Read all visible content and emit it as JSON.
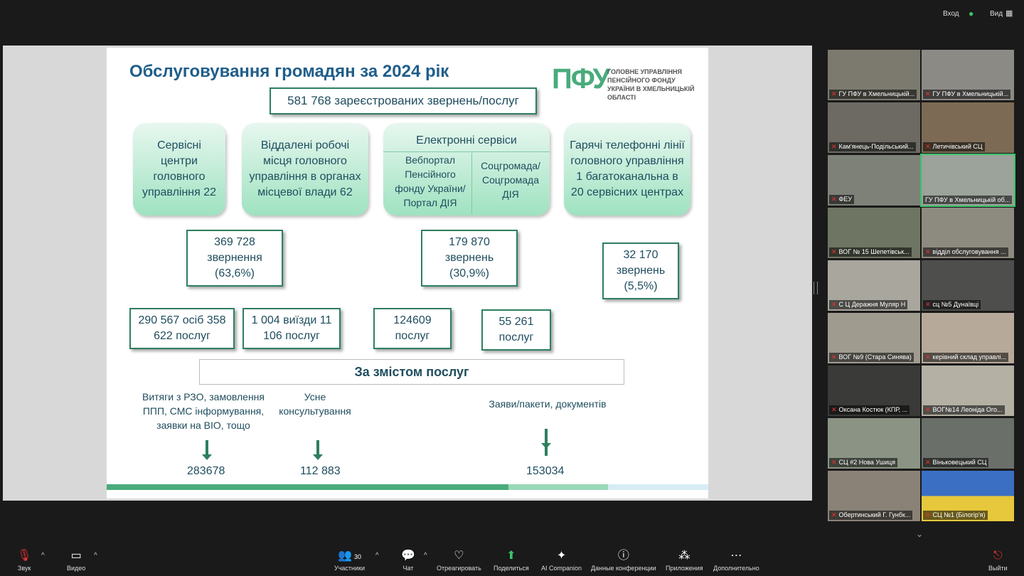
{
  "topbar": {
    "signin": "Вход",
    "view": "Вид"
  },
  "slide": {
    "title": "Обслуговування громадян за 2024 рік",
    "logo_mark": "ПФУ",
    "logo_text": "ГОЛОВНЕ УПРАВЛІННЯ ПЕНСІЙНОГО ФОНДУ УКРАЇНИ В ХМЕЛЬНИЦЬКІЙ ОБЛАСТІ",
    "total": "581 768 зареєстрованих звернень/послуг",
    "pill1": "Сервісні центри головного управління 22",
    "pill2": "Віддалені робочі місця головного управління в органах місцевої влади 62",
    "pill3_title": "Електронні сервіси",
    "pill3_left": "Вебпортал Пенсійного фонду України/ Портал ДІЯ",
    "pill3_right": "Соцгромада/ Соцгромада ДІЯ",
    "pill4": "Гарячі телефонні лінії головного управління 1 багатоканальна в 20 сервісних центрах",
    "stat1": "369 728 звернення (63,6%)",
    "stat2": "179 870 звернень (30,9%)",
    "stat3": "32 170 звернень (5,5%)",
    "sub1": "290 567 осіб 358 622 послуг",
    "sub2": "1 004 виїзди 11 106 послуг",
    "sub3": "124609 послуг",
    "sub4": "55 261 послуг",
    "content_header": "За змістом послуг",
    "cat1": "Витяги з РЗО, замовлення ППП, СМС інформування, заявки на ВІО, тощо",
    "cat2": "Усне консультування",
    "cat3": "Заяви/пакети, документів",
    "val1": "283678",
    "val2": "112 883",
    "val3": "153034"
  },
  "participants": [
    "ГУ ПФУ в Хмельницькій...",
    "ГУ ПФУ в Хмельницькій...",
    "Кам'янець-Подільський...",
    "Летичівський СЦ",
    "ФЕУ",
    "ГУ ПФУ в Хмельницькій об...",
    "ВОГ № 15 Шепетівськ...",
    "відділ обслуговування ...",
    "С Ц Деражня Муляр Н",
    "сц №5 Дунаївці",
    "ВОГ №9 (Стара Синява)",
    "керівний склад управлі...",
    "Оксана Костюк (КПР, ...",
    "ВОГ№14 Леоніда Ого...",
    "СЦ #2 Нова Ушиця",
    "Віньковецький СЦ",
    "Обертинський Г. Гунбк...",
    "СЦ №1 (Білогір'я)"
  ],
  "toolbar": {
    "audio": "Звук",
    "video": "Видео",
    "participants": "Участники",
    "participants_count": "30",
    "chat": "Чат",
    "react": "Отреагировать",
    "share": "Поделиться",
    "ai": "AI Companion",
    "info": "Данные конференции",
    "apps": "Приложения",
    "more": "Дополнительно",
    "leave": "Выйти"
  },
  "colors": {
    "accent_green": "#2e7f5f",
    "title_blue": "#1f5e8a",
    "bar_green": "#4aab7c"
  }
}
